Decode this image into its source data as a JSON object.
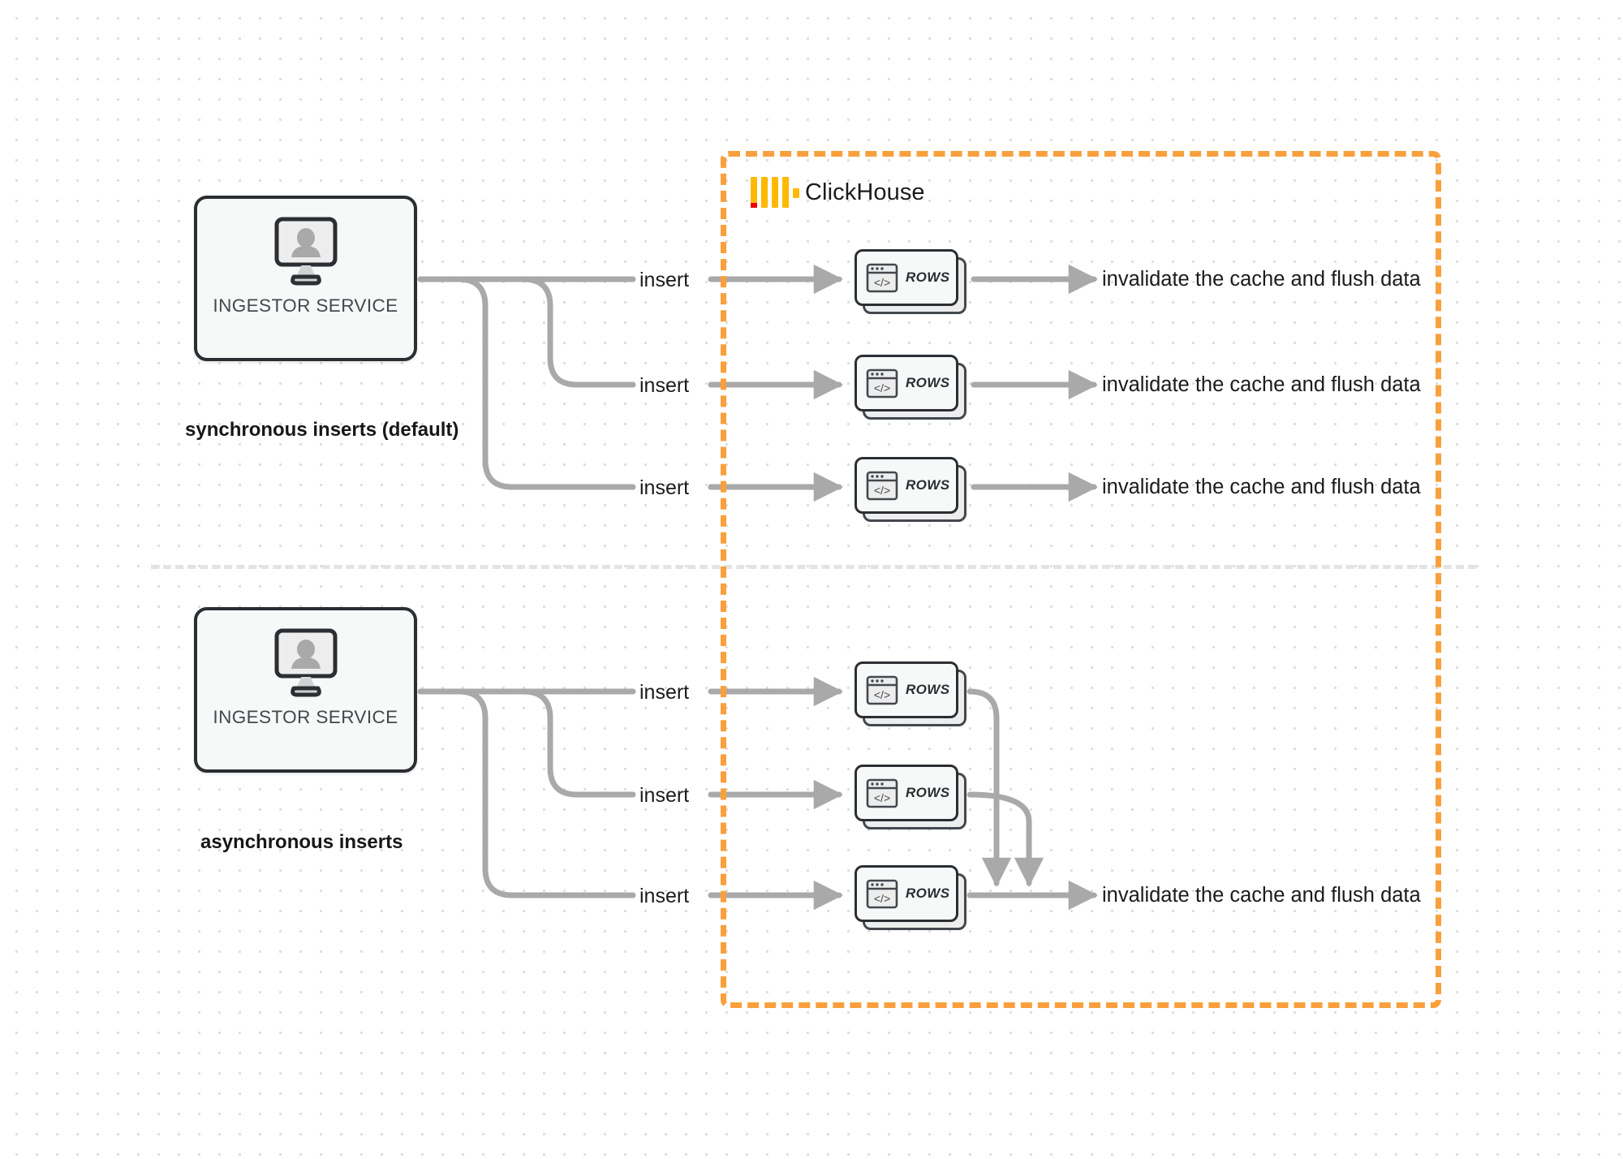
{
  "diagram": {
    "title": "ClickHouse synchronous vs asynchronous inserts",
    "colors": {
      "accent_orange": "#f9a03c",
      "logo_yellow": "#ffb900",
      "logo_red": "#ee0000",
      "wire_gray": "#a9a9a9",
      "node_outline": "#2b2f33",
      "node_fill": "#f7f8f8",
      "divider_gray": "#e3e3e3",
      "text_dark": "#1b1b1b"
    }
  },
  "clickhouse": {
    "name": "ClickHouse",
    "logo_icon": "clickhouse-logo-icon"
  },
  "sections": [
    {
      "id": "synchronous",
      "caption": "synchronous inserts (default)",
      "source": {
        "label": "INGESTOR SERVICE",
        "icon": "monitor-user-icon"
      },
      "flows": [
        {
          "insert_label": "insert",
          "card_label": "ROWS",
          "card_icon": "code-window-icon",
          "output_label": "invalidate the cache and flush data"
        },
        {
          "insert_label": "insert",
          "card_label": "ROWS",
          "card_icon": "code-window-icon",
          "output_label": "invalidate the cache and flush data"
        },
        {
          "insert_label": "insert",
          "card_label": "ROWS",
          "card_icon": "code-window-icon",
          "output_label": "invalidate the cache and flush data"
        }
      ]
    },
    {
      "id": "asynchronous",
      "caption": "asynchronous inserts",
      "source": {
        "label": "INGESTOR SERVICE",
        "icon": "monitor-user-icon"
      },
      "flows": [
        {
          "insert_label": "insert",
          "card_label": "ROWS",
          "card_icon": "code-window-icon"
        },
        {
          "insert_label": "insert",
          "card_label": "ROWS",
          "card_icon": "code-window-icon"
        },
        {
          "insert_label": "insert",
          "card_label": "ROWS",
          "card_icon": "code-window-icon"
        }
      ],
      "merged_output_label": "invalidate the cache and flush data"
    }
  ]
}
